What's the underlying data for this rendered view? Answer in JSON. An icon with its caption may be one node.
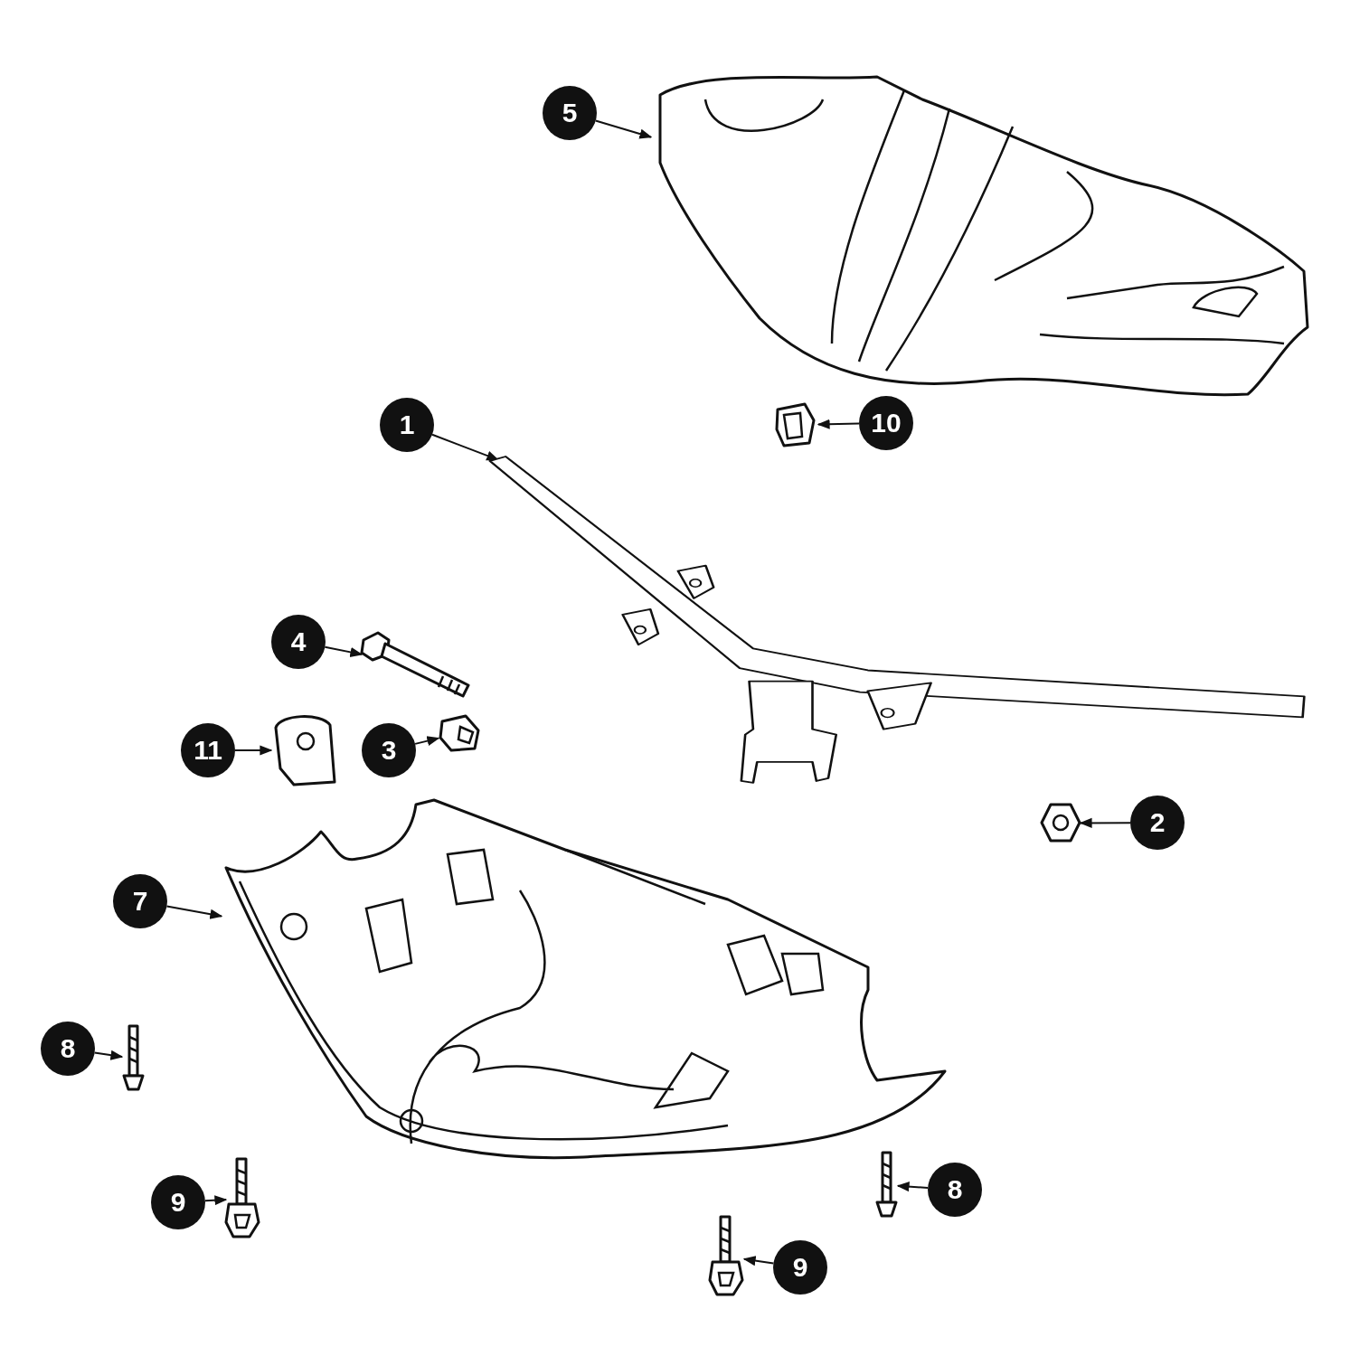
{
  "diagram": {
    "nodes": [
      {
        "text": [
          "5"
        ]
      },
      {
        "text": [],
        "shape": "picture"
      },
      {
        "text": [
          "1"
        ]
      },
      {
        "text": [],
        "shape": "picture"
      },
      {
        "text": [
          "10"
        ]
      },
      {
        "text": [],
        "shape": "picture"
      },
      {
        "text": [
          "4"
        ]
      },
      {
        "text": [],
        "shape": "picture"
      },
      {
        "text": [
          "11"
        ]
      },
      {
        "text": [],
        "shape": "picture"
      },
      {
        "text": [
          "3"
        ]
      },
      {
        "text": [],
        "shape": "picture"
      },
      {
        "text": [
          "2"
        ]
      },
      {
        "text": [],
        "shape": "picture"
      },
      {
        "text": [
          "7"
        ]
      },
      {
        "text": [],
        "shape": "picture"
      },
      {
        "text": [
          "8"
        ]
      },
      {
        "text": [],
        "shape": "picture"
      },
      {
        "text": [
          "9"
        ]
      },
      {
        "text": [],
        "shape": "picture"
      },
      {
        "text": [
          "8"
        ]
      },
      {
        "text": [],
        "shape": "picture"
      },
      {
        "text": [
          "9"
        ]
      },
      {
        "text": [],
        "shape": "picture"
      }
    ],
    "edges": [
      {
        "from": 0,
        "to": 1,
        "arrow": "to"
      },
      {
        "from": 2,
        "to": 3,
        "arrow": "to"
      },
      {
        "from": 4,
        "to": 5,
        "arrow": "to"
      },
      {
        "from": 6,
        "to": 7,
        "arrow": "to"
      },
      {
        "from": 8,
        "to": 9,
        "arrow": "to"
      },
      {
        "from": 10,
        "to": 11,
        "arrow": "to"
      },
      {
        "from": 12,
        "to": 13,
        "arrow": "to"
      },
      {
        "from": 14,
        "to": 15,
        "arrow": "to"
      },
      {
        "from": 16,
        "to": 17,
        "arrow": "to"
      },
      {
        "from": 18,
        "to": 19,
        "arrow": "to"
      },
      {
        "from": 20,
        "to": 21,
        "arrow": "to"
      },
      {
        "from": 22,
        "to": 23,
        "arrow": "to"
      }
    ]
  }
}
